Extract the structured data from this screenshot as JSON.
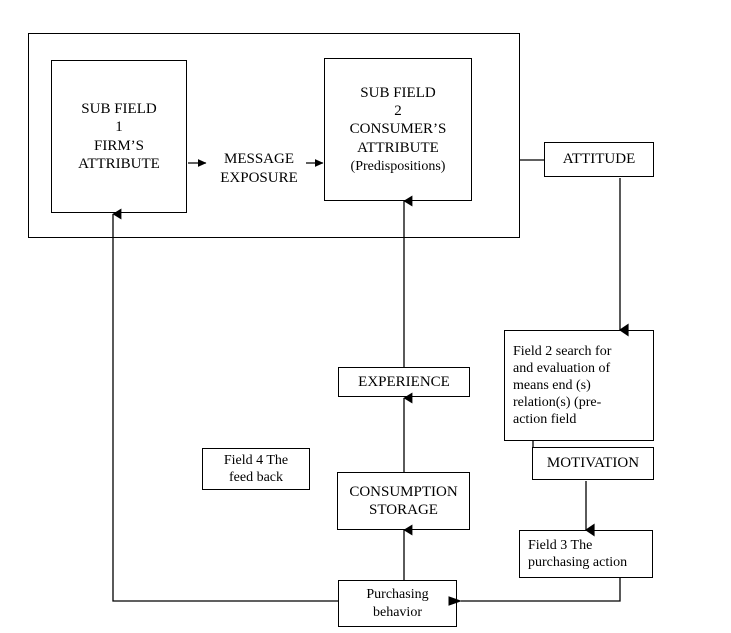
{
  "diagram": {
    "title": "Consumer behavior fields flow diagram",
    "stroke_color": "#000000",
    "background_color": "#ffffff",
    "nodes": {
      "outer_field": {
        "label": ""
      },
      "sub_field_1": {
        "label": "SUB FIELD\n1\nFIRM’S\nATTRIBUTE"
      },
      "message_exposure": {
        "label": "MESSAGE\nEXPOSURE"
      },
      "sub_field_2": {
        "label": "SUB FIELD\n2\nCONSUMER’S\nATTRIBUTE\n(Predispositions)"
      },
      "attitude": {
        "label": "ATTITUDE"
      },
      "field_2": {
        "label": "Field 2 search for and evaluation of means end (s) relation(s) (pre-action field"
      },
      "motivation": {
        "label": "MOTIVATION"
      },
      "field_3": {
        "label": "Field 3  The purchasing action"
      },
      "experience": {
        "label": "EXPERIENCE"
      },
      "consumption_storage": {
        "label": "CONSUMPTION\nSTORAGE"
      },
      "field_4": {
        "label": "Field 4 The feed back"
      },
      "purchasing_behavior": {
        "label": "Purchasing behavior"
      }
    },
    "node_lines": {
      "sub_field_1": [
        "SUB FIELD",
        "1",
        "FIRM’S",
        "ATTRIBUTE"
      ],
      "message_exposure": [
        "MESSAGE",
        "EXPOSURE"
      ],
      "sub_field_2": [
        "SUB FIELD",
        "2",
        "CONSUMER’S",
        "ATTRIBUTE",
        "(Predispositions)"
      ],
      "attitude": [
        "ATTITUDE"
      ],
      "field_2": [
        "Field 2 search for",
        "and evaluation of",
        "means end (s)",
        "relation(s) (pre-",
        "action field"
      ],
      "motivation": [
        "MOTIVATION"
      ],
      "field_3": [
        "Field 3  The",
        "purchasing action"
      ],
      "experience": [
        "EXPERIENCE"
      ],
      "consumption_storage": [
        "CONSUMPTION",
        "STORAGE"
      ],
      "field_4": [
        "Field 4 The",
        "feed back"
      ],
      "purchasing_behavior": [
        "Purchasing",
        "behavior"
      ]
    },
    "connections": [
      {
        "from": "sub_field_1",
        "to": "message_exposure",
        "type": "arrow-right"
      },
      {
        "from": "message_exposure",
        "to": "sub_field_2",
        "type": "arrow-right"
      },
      {
        "from": "outer_field",
        "to": "attitude",
        "type": "line"
      },
      {
        "from": "attitude",
        "to": "field_2",
        "type": "arrow-down"
      },
      {
        "from": "field_2",
        "to": "motivation",
        "type": "line"
      },
      {
        "from": "motivation",
        "to": "field_3",
        "type": "arrow-down"
      },
      {
        "from": "field_3",
        "to": "purchasing_behavior",
        "type": "arrow-left"
      },
      {
        "from": "purchasing_behavior",
        "to": "consumption_storage",
        "type": "arrow-up"
      },
      {
        "from": "consumption_storage",
        "to": "experience",
        "type": "arrow-up"
      },
      {
        "from": "experience",
        "to": "sub_field_2",
        "type": "arrow-up"
      },
      {
        "from": "purchasing_behavior",
        "to": "sub_field_1",
        "type": "arrow-up-left-feedback"
      }
    ]
  }
}
